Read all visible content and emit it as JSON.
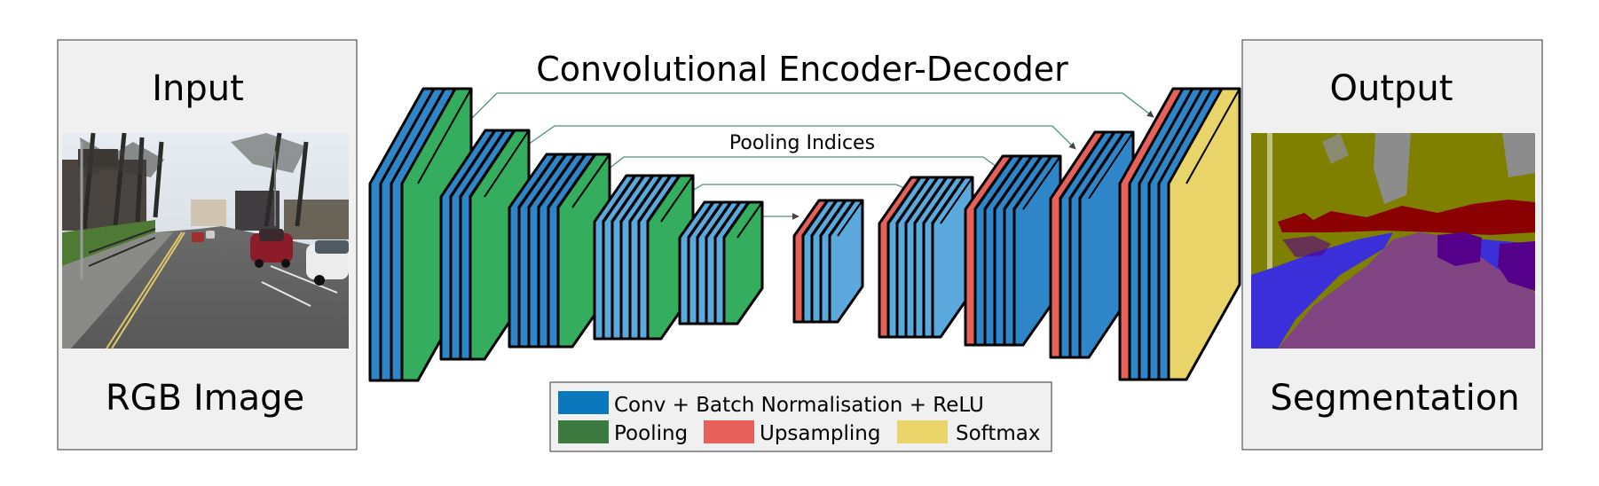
{
  "input_panel": {
    "title": "Input",
    "caption": "RGB Image"
  },
  "output_panel": {
    "title": "Output",
    "caption": "Segmentation"
  },
  "network": {
    "title": "Convolutional Encoder-Decoder",
    "skip_label": "Pooling Indices"
  },
  "legend": {
    "conv": "Conv + Batch Normalisation + ReLU",
    "pooling": "Pooling",
    "upsampling": "Upsampling",
    "softmax": "Softmax"
  },
  "colors": {
    "conv_legend": "#0b77bd",
    "pooling_legend": "#3c7a3f",
    "upsampling": "#e8605a",
    "softmax": "#e8d469",
    "conv_layer": "#2e86c8",
    "conv_layer_light": "#5aa8dc",
    "pooling_layer": "#34ad5e",
    "skip_arrow": "#4f8f7a",
    "panel_fill": "#f0f0f0",
    "seg_sky": "#8c8c8c",
    "seg_building": "#808000",
    "seg_car": "#8b0000",
    "seg_pavement": "#3a2fd8",
    "seg_road": "#814584",
    "seg_tree": "#55008a"
  }
}
